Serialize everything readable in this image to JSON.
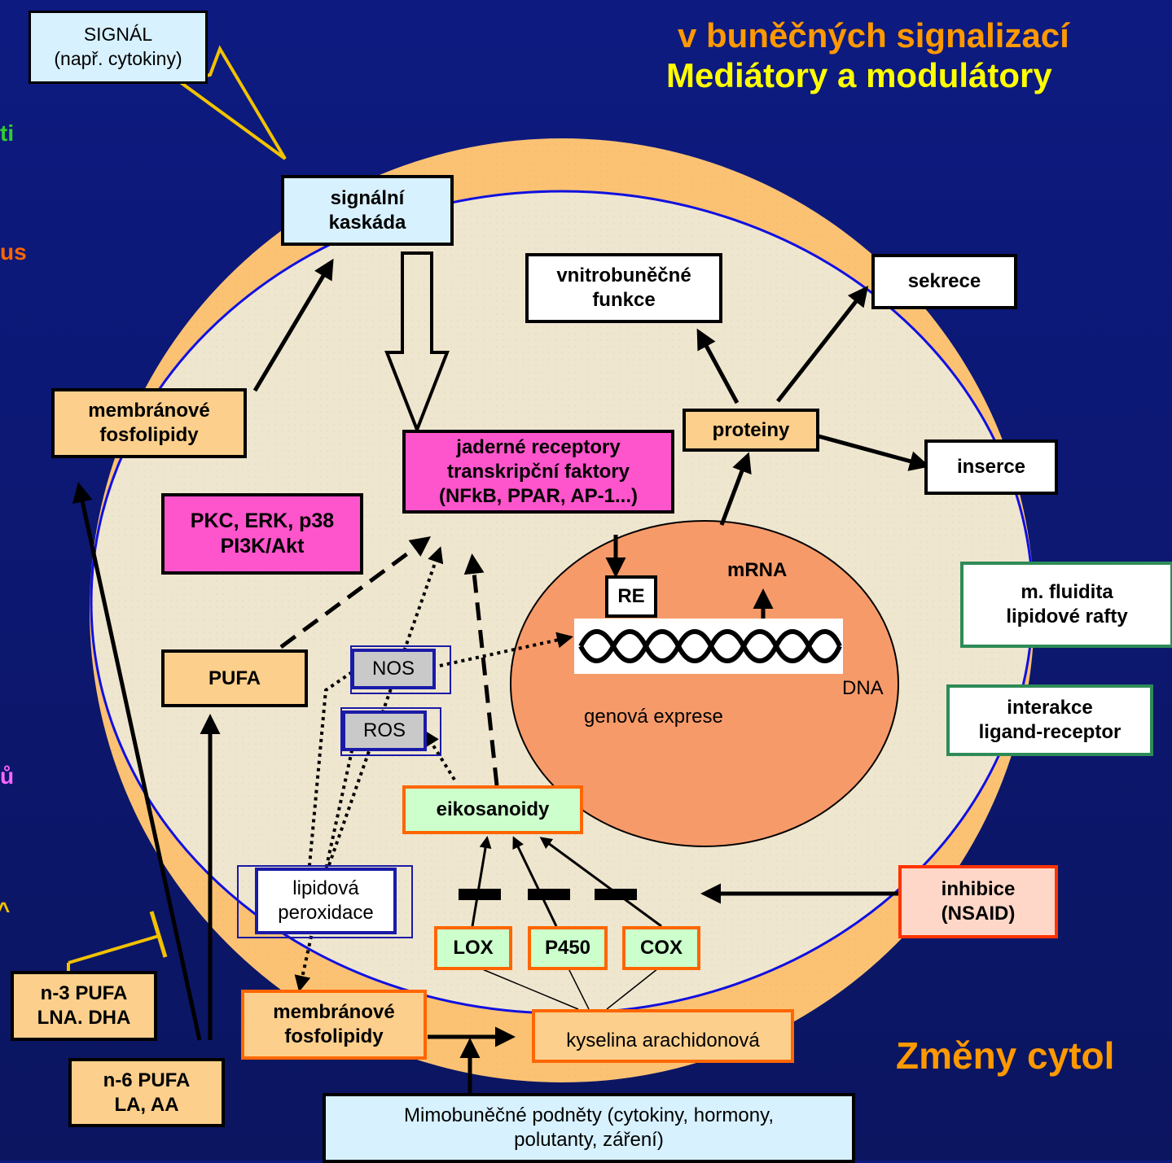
{
  "titles": {
    "line2": "v buněčných signalizací",
    "line3": "Mediátory a modulátory",
    "bottom_right": "Změny cytol"
  },
  "left_fragments": {
    "f1": "ti",
    "f2": "us",
    "f3": "ů",
    "f4": "^"
  },
  "boxes": {
    "signal": [
      "SIGNÁL",
      "(např. cytokiny)"
    ],
    "signal_cascade": [
      "signální",
      "kaskáda"
    ],
    "membrane_top": [
      "membránové",
      "fosfolipidy"
    ],
    "nuclear_receptors": [
      "jaderné receptory",
      "transkripční faktory",
      "(NFkB, PPAR, AP-1...)"
    ],
    "kinases": [
      "PKC, ERK, p38",
      "PI3K/Akt"
    ],
    "intracell": [
      "vnitrobuněčné",
      "funkce"
    ],
    "secretion": "sekrece",
    "proteins": "proteiny",
    "insertion": "inserce",
    "re": "RE",
    "mrna": "mRNA",
    "dna": "DNA",
    "gene_expression": "genová exprese",
    "fluidity": [
      "m. fluidita",
      "lipidové rafty"
    ],
    "interaction": [
      "interakce",
      "ligand-receptor"
    ],
    "pufa": "PUFA",
    "nos": "NOS",
    "ros": "ROS",
    "eicosanoids": "eikosanoidy",
    "lipid_perox": [
      "lipidová",
      "peroxidace"
    ],
    "lox": "LOX",
    "p450": "P450",
    "cox": "COX",
    "inhibition": [
      "inhibice",
      "(NSAID)"
    ],
    "n3": [
      "n-3 PUFA",
      "LNA. DHA"
    ],
    "n6": [
      "n-6 PUFA",
      "LA, AA"
    ],
    "membrane_bottom": [
      "membránové",
      "fosfolipidy"
    ],
    "arachidonic": "kyselina arachidonová",
    "extracellular": [
      "Mimobuněčné podněty (cytokiny, hormony,",
      "polutanty, záření)"
    ]
  },
  "colors": {
    "background": "#0d1a80",
    "outer_cell": "#fcc273",
    "cytoplasm": "#efe6cf",
    "nucleus": "#f79a6a",
    "title_orange": "#ff9900",
    "title_yellow": "#ffff00",
    "green_text": "#33cc33",
    "orange_text": "#ff6600",
    "magenta_text": "#ff66ff"
  }
}
